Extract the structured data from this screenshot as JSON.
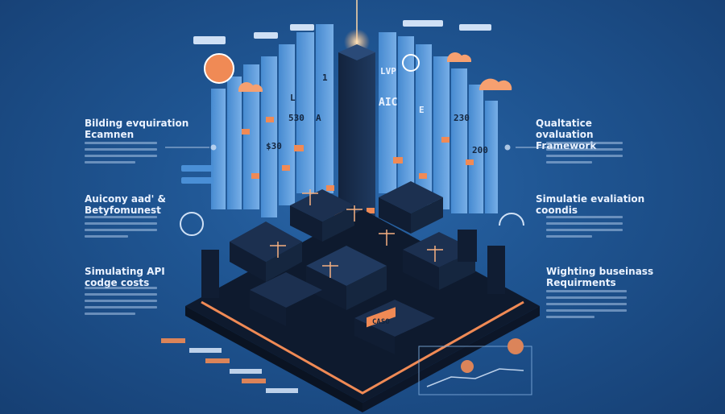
{
  "left_panels": [
    {
      "title_line1": "Bilding evquiration",
      "title_line2": "Ecamnen"
    },
    {
      "title_line1": "Auicony aad' &",
      "title_line2": "Betyfomunest"
    },
    {
      "title_line1": "Simulating API",
      "title_line2": "codge  costs"
    }
  ],
  "right_panels": [
    {
      "title_line1": "Qualtatice ovaluation",
      "title_line2": "Framework"
    },
    {
      "title_line1": "Simulatie evaliation",
      "title_line2": "coondis"
    },
    {
      "title_line1": "Wighting buseinass",
      "title_line2": "Requirments"
    }
  ],
  "tower_labels": {
    "lvp": "LVP",
    "aic": "AIC",
    "l": "L",
    "n1": "1",
    "n530": "530",
    "n230": "230",
    "n200": "200",
    "n30": "$30",
    "a": "A",
    "e": "E",
    "base_tag": "CASO"
  },
  "colors": {
    "accent": "#f08a55",
    "background": "#1d4d86",
    "dark_block": "#0e1a2e",
    "glow": "#ffd9a8"
  }
}
